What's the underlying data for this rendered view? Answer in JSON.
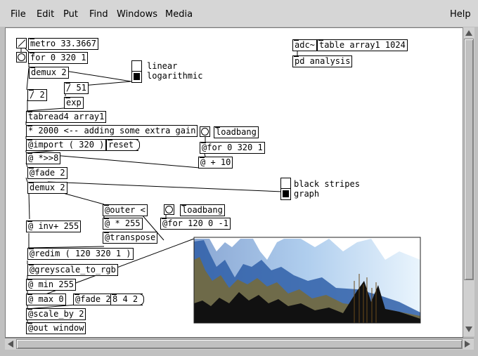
{
  "menu": [
    "File",
    "Edit",
    "Put",
    "Find",
    "Windows",
    "Media"
  ],
  "help": "Help",
  "objects": {
    "metro": "metro 33.3667",
    "for1": "for 0 320 1",
    "demux1": "demux 2",
    "div2": "/ 2",
    "div51": "/ 51",
    "exp": "exp",
    "tabread": "tabread4 array1",
    "mul2000": "* 2000 <-- adding some extra gain",
    "import": "@import ( 320 )",
    "reset": "reset",
    "shift": "@ *>>8",
    "fade1": "@fade 2",
    "demux2": "demux 2",
    "inv": "@ inv+ 255",
    "outer": "@outer <",
    "mul255": "@ * 255",
    "transpose": "@transpose",
    "loadbang1": "loadbang",
    "for2": "@for 0 320 1",
    "plus10": "@ + 10",
    "loadbang2": "loadbang",
    "for3": "@for 120 0 -1",
    "redim": "@redim ( 120 320 1 )",
    "greyscale": "@greyscale_to_rgb",
    "min": "@ min 255",
    "max": "@ max 0",
    "fade2": "@fade 2",
    "msg842": "8 4 2",
    "scaleby": "@scale_by 2",
    "out": "@out window",
    "adc": "adc~",
    "table": "table array1 1024",
    "pdanalysis": "pd analysis"
  },
  "labels": {
    "linear": "linear",
    "logarithmic": "logarithmic",
    "black_stripes": "black stripes",
    "graph": "graph"
  }
}
